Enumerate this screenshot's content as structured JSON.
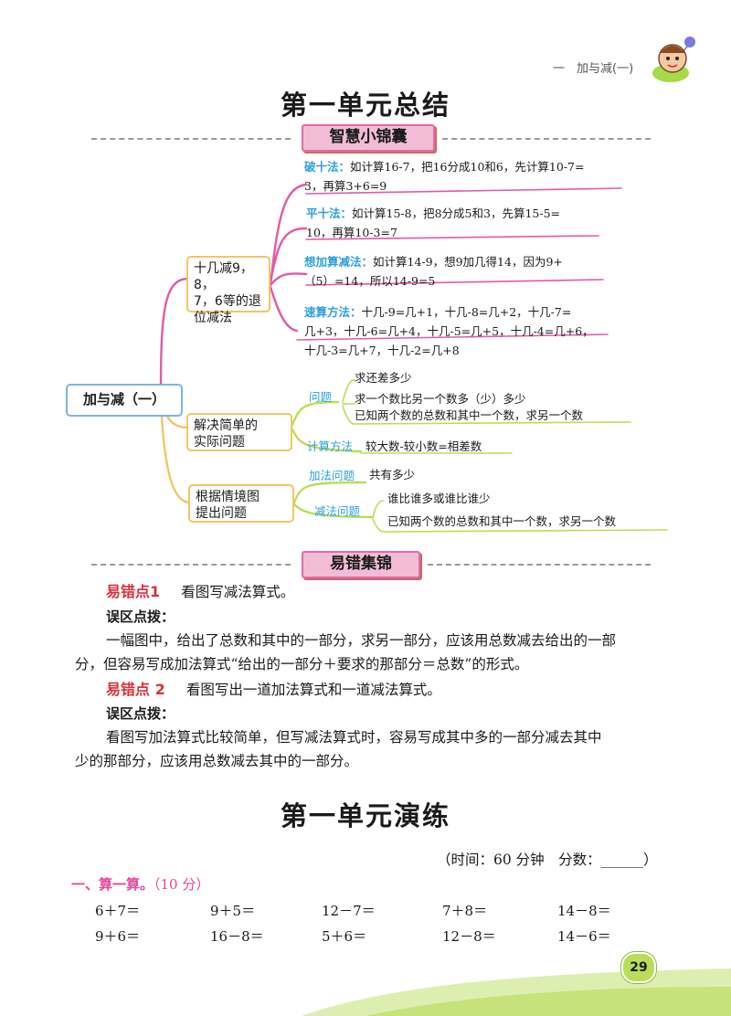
{
  "header": {
    "chapter": "一　加与减(一)"
  },
  "summary": {
    "title": "第一单元总结",
    "tab_label": "智慧小锦囊"
  },
  "mindmap": {
    "root": "加与减（一）",
    "branch1": {
      "label_lines": [
        "十几减9，8，",
        "7，6等的退",
        "位减法"
      ],
      "methods": [
        {
          "name": "破十法：",
          "lines": [
            "如计算16-7，把16分成10和6，先计算10-7=",
            "3，再算3+6=9"
          ]
        },
        {
          "name": "平十法：",
          "lines": [
            "如计算15-8，把8分成5和3，先算15-5=",
            "10，再算10-3=7"
          ]
        },
        {
          "name": "想加算减法：",
          "lines": [
            "如计算14-9，想9加几得14，因为9+",
            "（5）=14，所以14-9=5"
          ]
        },
        {
          "name": "速算方法：",
          "lines": [
            "十几-9=几+1，十几-8=几+2，十几-7=",
            "几+3，十几-6=几+4，十几-5=几+5，十几-4=几+6，",
            "十几-3=几+7，十几-2=几+8"
          ]
        }
      ]
    },
    "branch2": {
      "label_lines": [
        "解决简单的",
        "实际问题"
      ],
      "q_label": "问题",
      "q_items": [
        "求还差多少",
        "求一个数比另一个数多（少）多少",
        "已知两个数的总数和其中一个数，求另一个数"
      ],
      "calc_label": "计算方法",
      "calc_value": "较大数-较小数=相差数"
    },
    "branch3": {
      "label_lines": [
        "根据情境图",
        "提出问题"
      ],
      "add_label": "加法问题",
      "add_value": "共有多少",
      "sub_label": "减法问题",
      "sub_items": [
        "谁比谁多或谁比谁少",
        "已知两个数的总数和其中一个数，求另一个数"
      ]
    }
  },
  "errors": {
    "tab_label": "易错集锦",
    "points": [
      {
        "tag": "易错点1",
        "prompt": "看图写减法算式。",
        "hint_label": "误区点拨：",
        "lines": [
          "一幅图中，给出了总数和其中的一部分，求另一部分，应该用总数减去给出的一部",
          "分，但容易写成加法算式“给出的一部分＋要求的那部分＝总数”的形式。"
        ]
      },
      {
        "tag": "易错点 2",
        "prompt": "看图写出一道加法算式和一道减法算式。",
        "hint_label": "误区点拨：",
        "lines": [
          "看图写加法算式比较简单，但写减法算式时，容易写成其中多的一部分减去其中",
          "少的那部分，应该用总数减去其中的一部分。"
        ]
      }
    ]
  },
  "practice": {
    "title": "第一单元演练",
    "time_info": "（时间：60 分钟　分数：______）",
    "section1": "一、算一算。",
    "section1_points": "（10 分）",
    "row1": [
      "6＋7＝",
      "9＋5＝",
      "12－7＝",
      "7＋8＝",
      "14－8＝"
    ],
    "row2": [
      "9＋6＝",
      "16－8＝",
      "5＋6＝",
      "12－8＝",
      "14－6＝"
    ]
  },
  "page_number": "29",
  "colors": {
    "pink": "#e2479c",
    "blue": "#2f9fd8",
    "yellow": "#f0c56a",
    "red": "#d8313a",
    "green": "#b9dd57"
  }
}
